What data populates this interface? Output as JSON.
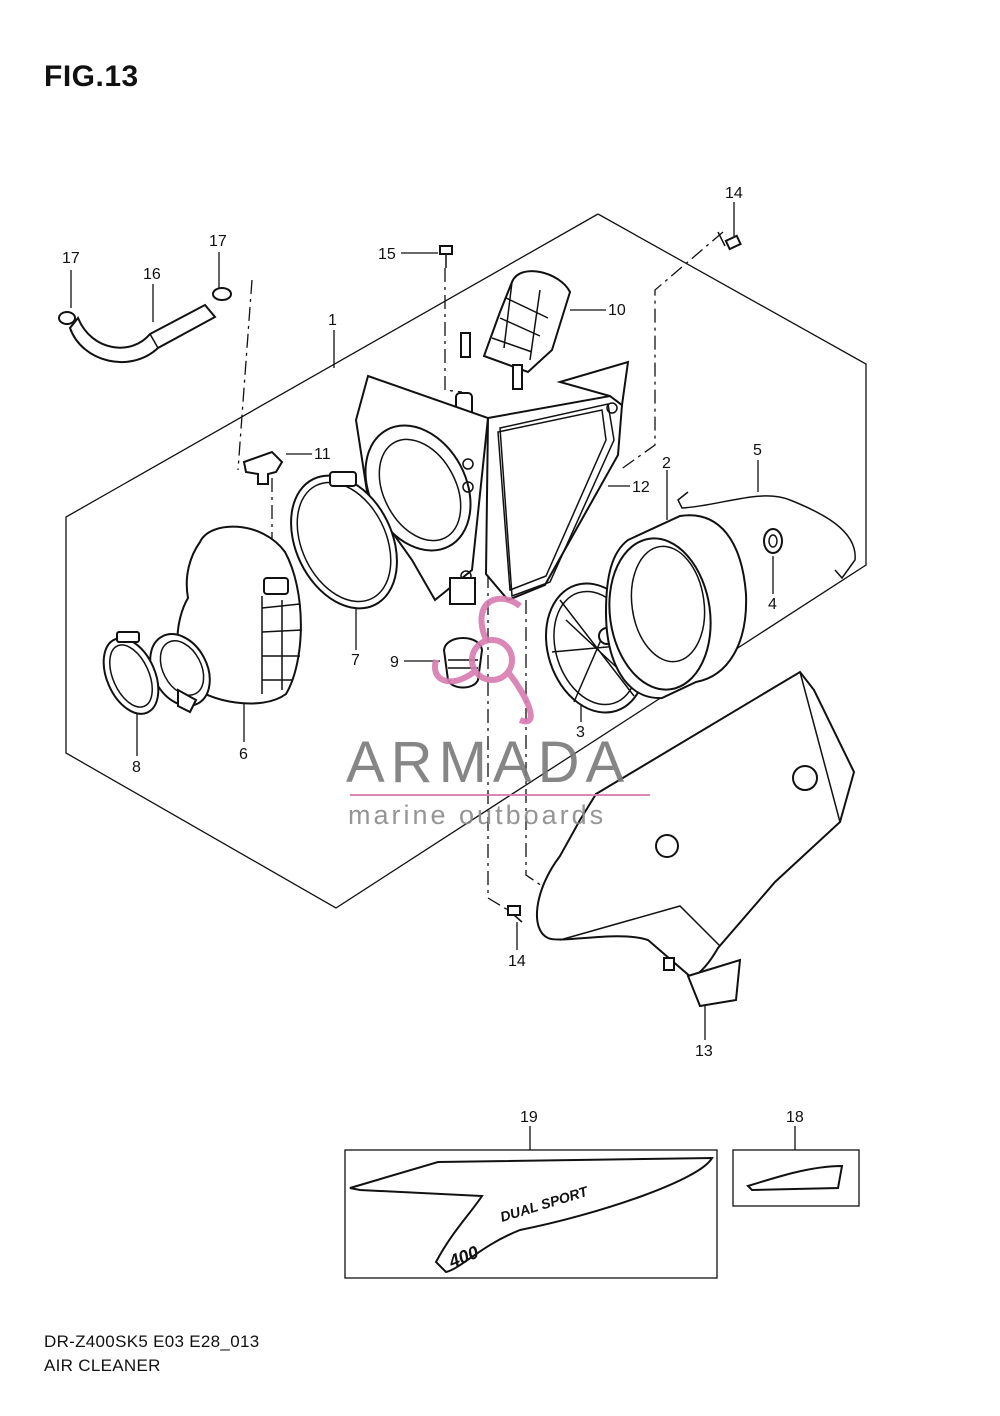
{
  "figure": {
    "title": "FIG.13"
  },
  "footer": {
    "model_code": "DR-Z400SK5 E03 E28_013",
    "section_name": "AIR CLEANER"
  },
  "callouts": {
    "c1": "1",
    "c2": "2",
    "c3": "3",
    "c4": "4",
    "c5": "5",
    "c6": "6",
    "c7": "7",
    "c8": "8",
    "c9": "9",
    "c10": "10",
    "c11": "11",
    "c12": "12",
    "c13": "13",
    "c14a": "14",
    "c14b": "14",
    "c15": "15",
    "c16": "16",
    "c17a": "17",
    "c17b": "17",
    "c18": "18",
    "c19": "19"
  },
  "watermark": {
    "brand": "ARMADA",
    "tagline": "marine outboards",
    "color": "#d87bb0"
  },
  "decal": {
    "text": "DUAL SPORT",
    "number": "400"
  }
}
